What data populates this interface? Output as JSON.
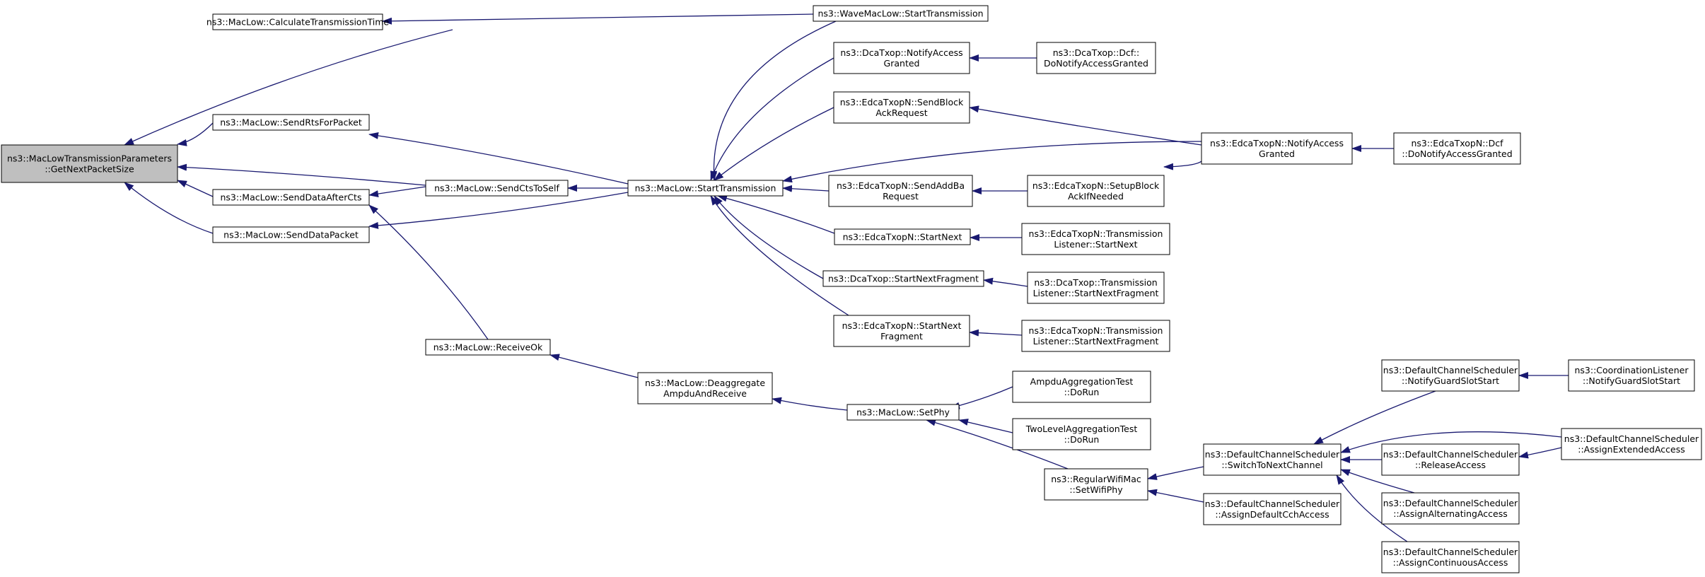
{
  "graph": {
    "root_fill": "#bfbfbf",
    "node_fill": "#ffffff",
    "stroke": "#000000",
    "edge_color": "#191970",
    "arrow_direction": "toward-callee",
    "nodes": {
      "root": [
        "ns3::MacLowTransmissionParameters",
        "::GetNextPacketSize"
      ],
      "calc": [
        "ns3::MacLow::CalculateTransmissionTime"
      ],
      "rts": [
        "ns3::MacLow::SendRtsForPacket"
      ],
      "afterCts": [
        "ns3::MacLow::SendDataAfterCts"
      ],
      "dataPacket": [
        "ns3::MacLow::SendDataPacket"
      ],
      "ctsSelf": [
        "ns3::MacLow::SendCtsToSelf"
      ],
      "receiveOk": [
        "ns3::MacLow::ReceiveOk"
      ],
      "startTx": [
        "ns3::MacLow::StartTransmission"
      ],
      "deaggregate": [
        "ns3::MacLow::Deaggregate",
        "AmpduAndReceive"
      ],
      "setPhy": [
        "ns3::MacLow::SetPhy"
      ],
      "waveStart": [
        "ns3::WaveMacLow::StartTransmission"
      ],
      "dcaNotify": [
        "ns3::DcaTxop::NotifyAccess",
        "Granted"
      ],
      "edcaBlockAck": [
        "ns3::EdcaTxopN::SendBlock",
        "AckRequest"
      ],
      "edcaAddBa": [
        "ns3::EdcaTxopN::SendAddBa",
        "Request"
      ],
      "edcaStartNext": [
        "ns3::EdcaTxopN::StartNext"
      ],
      "dcaStartNextFrag": [
        "ns3::DcaTxop::StartNextFragment"
      ],
      "edcaStartNextFrag": [
        "ns3::EdcaTxopN::StartNext",
        "Fragment"
      ],
      "dcfDoNotify": [
        "ns3::DcaTxop::Dcf::",
        "DoNotifyAccessGranted"
      ],
      "edcaNotify": [
        "ns3::EdcaTxopN::NotifyAccess",
        "Granted"
      ],
      "edcaDcfDoNotify": [
        "ns3::EdcaTxopN::Dcf",
        "::DoNotifyAccessGranted"
      ],
      "setupBlockAck": [
        "ns3::EdcaTxopN::SetupBlock",
        "AckIfNeeded"
      ],
      "edcaListenerStartNext": [
        "ns3::EdcaTxopN::Transmission",
        "Listener::StartNext"
      ],
      "dcaListenerFrag": [
        "ns3::DcaTxop::Transmission",
        "Listener::StartNextFragment"
      ],
      "edcaListenerFrag": [
        "ns3::EdcaTxopN::Transmission",
        "Listener::StartNextFragment"
      ],
      "ampduTest": [
        "AmpduAggregationTest",
        "::DoRun"
      ],
      "twoLevelTest": [
        "TwoLevelAggregationTest",
        "::DoRun"
      ],
      "regularSetWifiPhy": [
        "ns3::RegularWifiMac",
        "::SetWifiPhy"
      ],
      "switchNext": [
        "ns3::DefaultChannelScheduler",
        "::SwitchToNextChannel"
      ],
      "assignDefaultCch": [
        "ns3::DefaultChannelScheduler",
        "::AssignDefaultCchAccess"
      ],
      "notifyGuard": [
        "ns3::DefaultChannelScheduler",
        "::NotifyGuardSlotStart"
      ],
      "releaseAccess": [
        "ns3::DefaultChannelScheduler",
        "::ReleaseAccess"
      ],
      "assignAlternating": [
        "ns3::DefaultChannelScheduler",
        "::AssignAlternatingAccess"
      ],
      "assignContinuous": [
        "ns3::DefaultChannelScheduler",
        "::AssignContinuousAccess"
      ],
      "coordNotifyGuard": [
        "ns3::CoordinationListener",
        "::NotifyGuardSlotStart"
      ],
      "assignExtended": [
        "ns3::DefaultChannelScheduler",
        "::AssignExtendedAccess"
      ]
    },
    "edges": [
      [
        "calc",
        "root"
      ],
      [
        "rts",
        "root"
      ],
      [
        "afterCts",
        "root"
      ],
      [
        "dataPacket",
        "root"
      ],
      [
        "ctsSelf",
        "root"
      ],
      [
        "waveStart",
        "calc"
      ],
      [
        "startTx",
        "rts"
      ],
      [
        "ctsSelf",
        "afterCts"
      ],
      [
        "receiveOk",
        "afterCts"
      ],
      [
        "startTx",
        "dataPacket"
      ],
      [
        "startTx",
        "ctsSelf"
      ],
      [
        "deaggregate",
        "receiveOk"
      ],
      [
        "waveStart",
        "startTx"
      ],
      [
        "dcaNotify",
        "startTx"
      ],
      [
        "edcaBlockAck",
        "startTx"
      ],
      [
        "edcaNotify",
        "startTx"
      ],
      [
        "edcaAddBa",
        "startTx"
      ],
      [
        "edcaStartNext",
        "startTx"
      ],
      [
        "dcaStartNextFrag",
        "startTx"
      ],
      [
        "edcaStartNextFrag",
        "startTx"
      ],
      [
        "setPhy",
        "deaggregate"
      ],
      [
        "ampduTest",
        "setPhy"
      ],
      [
        "twoLevelTest",
        "setPhy"
      ],
      [
        "regularSetWifiPhy",
        "setPhy"
      ],
      [
        "dcfDoNotify",
        "dcaNotify"
      ],
      [
        "edcaNotify",
        "edcaBlockAck"
      ],
      [
        "setupBlockAck",
        "edcaAddBa"
      ],
      [
        "edcaListenerStartNext",
        "edcaStartNext"
      ],
      [
        "dcaListenerFrag",
        "dcaStartNextFrag"
      ],
      [
        "edcaListenerFrag",
        "edcaStartNextFrag"
      ],
      [
        "edcaDcfDoNotify",
        "edcaNotify"
      ],
      [
        "edcaNotify",
        "setupBlockAck"
      ],
      [
        "switchNext",
        "regularSetWifiPhy"
      ],
      [
        "assignDefaultCch",
        "regularSetWifiPhy"
      ],
      [
        "notifyGuard",
        "switchNext"
      ],
      [
        "releaseAccess",
        "switchNext"
      ],
      [
        "assignAlternating",
        "switchNext"
      ],
      [
        "assignContinuous",
        "switchNext"
      ],
      [
        "assignExtended",
        "switchNext"
      ],
      [
        "coordNotifyGuard",
        "notifyGuard"
      ],
      [
        "assignExtended",
        "releaseAccess"
      ]
    ]
  }
}
